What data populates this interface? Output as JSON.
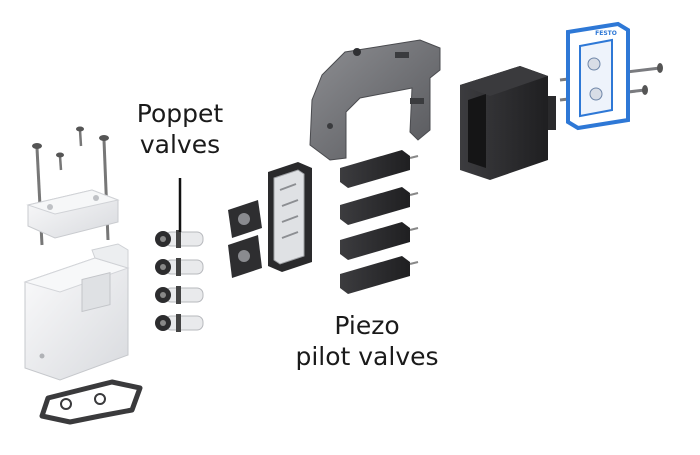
{
  "labels": {
    "poppet_line1": "Poppet",
    "poppet_line2": "valves",
    "piezo_line1": "Piezo",
    "piezo_line2": "pilot valves"
  },
  "brand_plate_text": "FESTO",
  "colors": {
    "background": "#ffffff",
    "white_part": "#eef0f2",
    "dark_part": "#2b2b2d",
    "metal": "#6d6e72",
    "brand_blue": "#2e78d6"
  }
}
